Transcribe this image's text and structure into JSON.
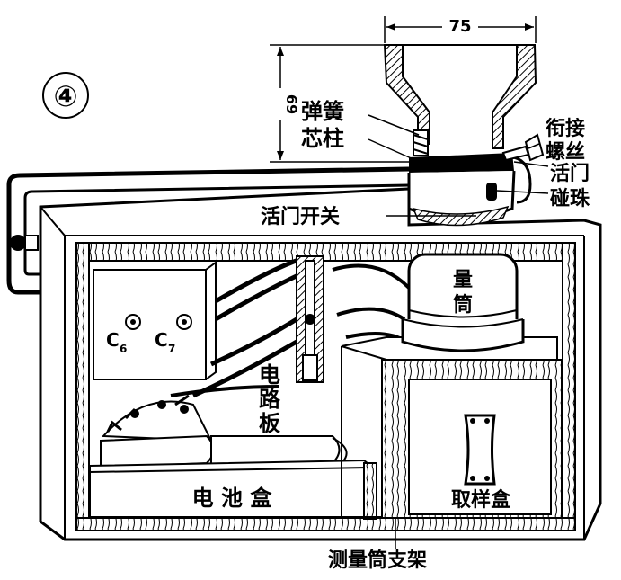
{
  "figure_number": "④",
  "dimensions": {
    "top_width": "75",
    "funnel_height": "69"
  },
  "labels": {
    "spring": "弹簧",
    "core_post": "芯柱",
    "adjust_screw_1": "衔接",
    "adjust_screw_2": "螺丝",
    "valve": "活门",
    "collision_ball": "碰珠",
    "valve_switch": "活门开关",
    "measuring_cylinder_1": "量",
    "measuring_cylinder_2": "筒",
    "capacitor_c6": "C",
    "capacitor_c6_sub": "6",
    "capacitor_c7": "C",
    "capacitor_c7_sub": "7",
    "circuit_board_1": "电",
    "circuit_board_2": "路",
    "circuit_board_3": "板",
    "battery_box": "电 池 盒",
    "sample_box": "取样盒",
    "cylinder_stand": "测量筒支架"
  }
}
